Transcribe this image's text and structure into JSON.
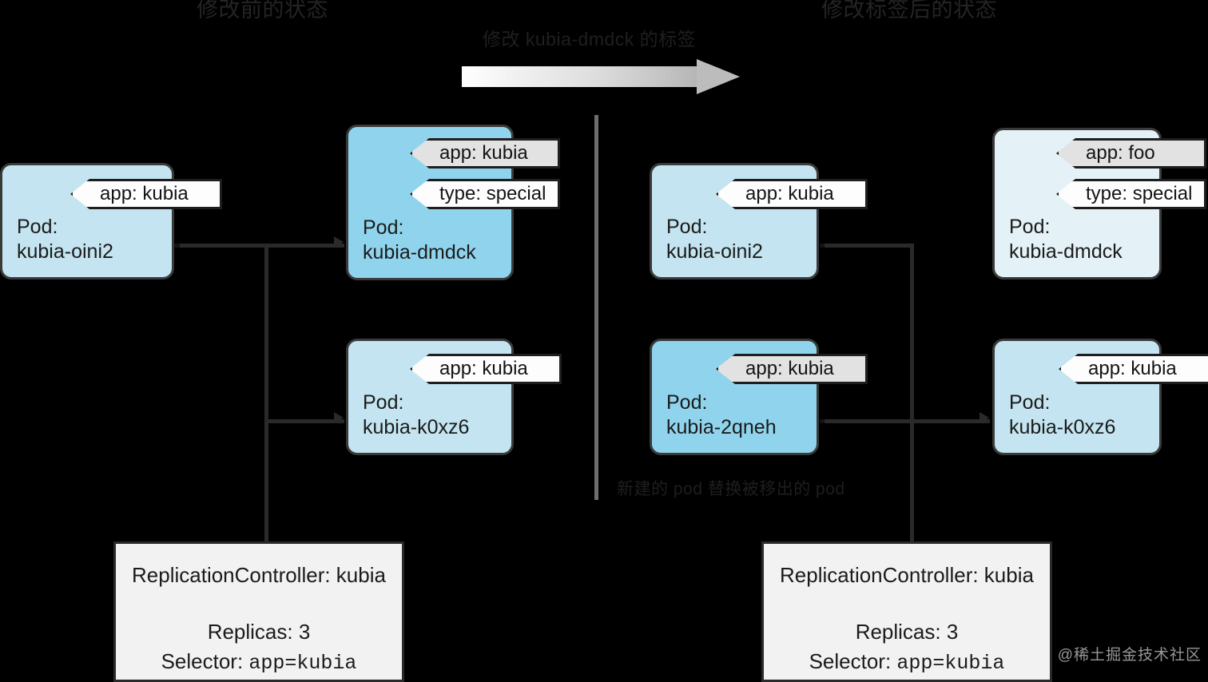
{
  "headings": {
    "left": "修改前的状态",
    "right": "修改标签后的状态",
    "arrow_label": "修改 kubia-dmdck 的标签",
    "divider_note": "新建的 pod 替换被移出的 pod"
  },
  "left_panel": {
    "pods": [
      {
        "name": "pod-kubia-oini2-left",
        "prefix": "Pod:",
        "id": "kubia-oini2",
        "style": "normal",
        "tags": [
          {
            "text": "app: kubia",
            "style": "white"
          }
        ]
      },
      {
        "name": "pod-kubia-dmdck-left",
        "prefix": "Pod:",
        "id": "kubia-dmdck",
        "style": "highlight",
        "tags": [
          {
            "text": "app: kubia",
            "style": "grey"
          },
          {
            "text": "type: special",
            "style": "white"
          }
        ]
      },
      {
        "name": "pod-kubia-k0xz6-left",
        "prefix": "Pod:",
        "id": "kubia-k0xz6",
        "style": "normal",
        "tags": [
          {
            "text": "app: kubia",
            "style": "white"
          }
        ]
      }
    ],
    "controller": {
      "title": "ReplicationController: kubia",
      "replicas_label": "Replicas: 3",
      "selector_label": "Selector:",
      "selector_value": "app=kubia"
    }
  },
  "right_panel": {
    "pods": [
      {
        "name": "pod-kubia-oini2-right",
        "prefix": "Pod:",
        "id": "kubia-oini2",
        "style": "normal",
        "tags": [
          {
            "text": "app: kubia",
            "style": "white"
          }
        ]
      },
      {
        "name": "pod-kubia-dmdck-right",
        "prefix": "Pod:",
        "id": "kubia-dmdck",
        "style": "faded",
        "tags": [
          {
            "text": "app: foo",
            "style": "grey"
          },
          {
            "text": "type: special",
            "style": "white"
          }
        ]
      },
      {
        "name": "pod-kubia-2qneh-right",
        "prefix": "Pod:",
        "id": "kubia-2qneh",
        "style": "highlight",
        "tags": [
          {
            "text": "app: kubia",
            "style": "grey"
          }
        ]
      },
      {
        "name": "pod-kubia-k0xz6-right",
        "prefix": "Pod:",
        "id": "kubia-k0xz6",
        "style": "normal",
        "tags": [
          {
            "text": "app: kubia",
            "style": "white"
          }
        ]
      }
    ],
    "controller": {
      "title": "ReplicationController: kubia",
      "replicas_label": "Replicas: 3",
      "selector_label": "Selector:",
      "selector_value": "app=kubia"
    }
  },
  "watermark": "@稀土掘金技术社区",
  "colors": {
    "pod_normal": "#c3e4f0",
    "pod_highlight": "#8fd4ec",
    "pod_faded": "#e4f2f7",
    "controller_bg": "#f2f2f2",
    "line": "#2a2a2a",
    "divider": "#6e6e6e",
    "background": "#000000"
  }
}
